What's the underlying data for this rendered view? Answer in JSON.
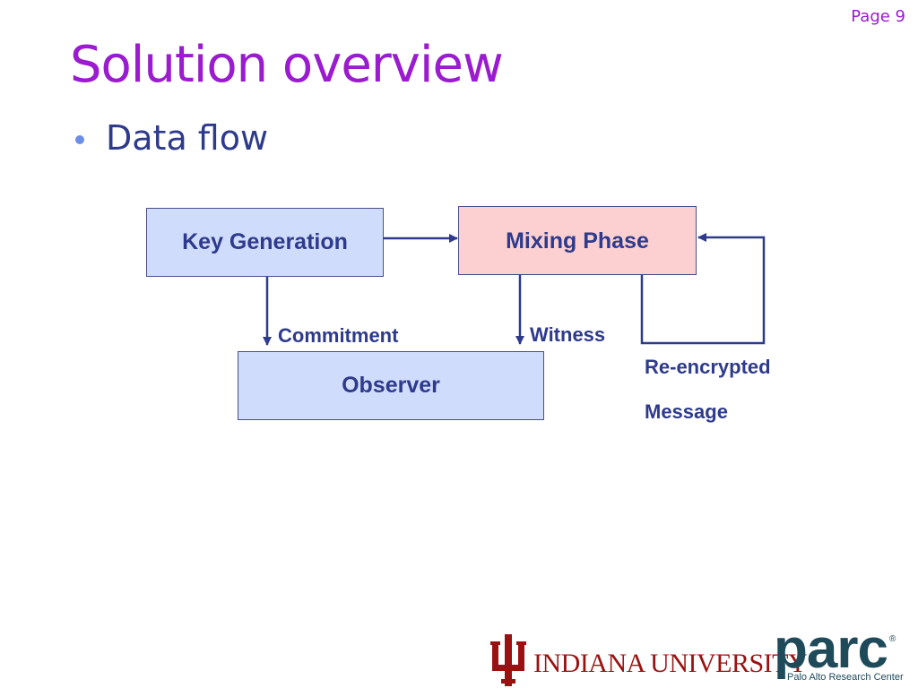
{
  "slide": {
    "page_label": "Page 9",
    "title": "Solution overview",
    "bullet": "Data flow"
  },
  "diagram": {
    "nodes": {
      "key_generation": "Key Generation",
      "mixing_phase": "Mixing Phase",
      "observer": "Observer"
    },
    "edges": {
      "commitment": "Commitment",
      "witness": "Witness",
      "reencrypted_line1": "Re-encrypted",
      "reencrypted_line2": "Message"
    },
    "colors": {
      "blue_box": "#d0dcfb",
      "pink_box": "#fcd0d0",
      "text": "#2e3a8c",
      "title": "#9a1bd0"
    }
  },
  "footer": {
    "iu_logo_text": "INDIANA UNIVERSITY",
    "parc_logo_text": "parc",
    "parc_subtitle": "Palo Alto Research Center",
    "parc_reg_mark": "®"
  }
}
